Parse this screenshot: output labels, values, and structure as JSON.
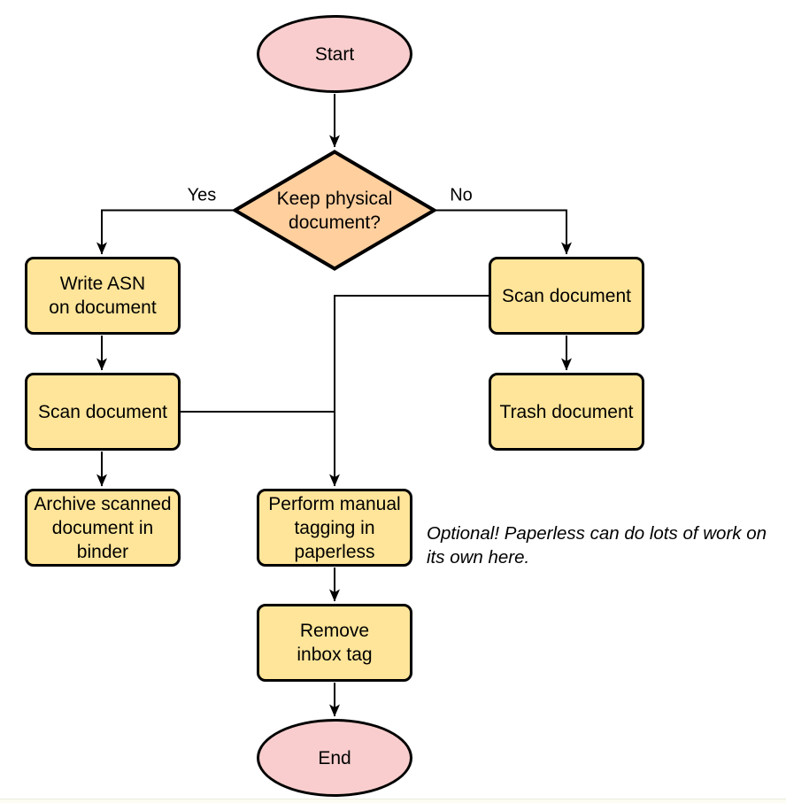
{
  "diagram": {
    "type": "flowchart",
    "background": "#ffffff",
    "colors": {
      "terminal_fill": "#f9cdcd",
      "decision_fill": "#ffcf9e",
      "process_fill": "#ffe599",
      "stroke": "#000000",
      "connector": "#000000"
    }
  },
  "nodes": {
    "start": {
      "shape": "ellipse",
      "label": "Start"
    },
    "decision": {
      "shape": "diamond",
      "label": "Keep physical\ndocument?"
    },
    "write_asn": {
      "shape": "process",
      "label": "Write ASN\non document"
    },
    "scan_left": {
      "shape": "process",
      "label": "Scan document"
    },
    "archive": {
      "shape": "process",
      "label": "Archive scanned\ndocument in\nbinder"
    },
    "scan_right": {
      "shape": "process",
      "label": "Scan document"
    },
    "trash": {
      "shape": "process",
      "label": "Trash document"
    },
    "tagging": {
      "shape": "process",
      "label": "Perform manual\ntagging in\npaperless"
    },
    "remove_inbox": {
      "shape": "process",
      "label": "Remove\ninbox tag"
    },
    "end": {
      "shape": "ellipse",
      "label": "End"
    }
  },
  "edge_labels": {
    "yes": "Yes",
    "no": "No"
  },
  "note": {
    "text": "Optional! Paperless can do lots of work on\nits own here."
  }
}
